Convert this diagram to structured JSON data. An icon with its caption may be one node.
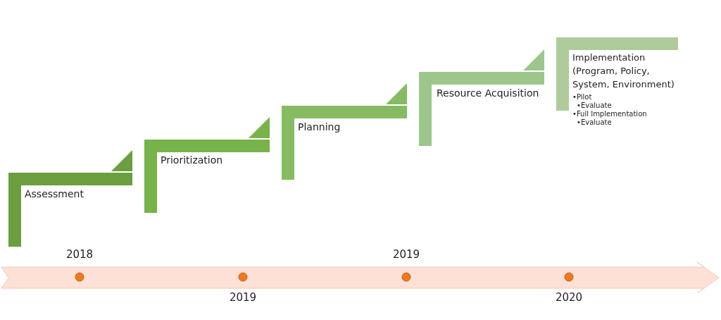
{
  "diagram": {
    "nodes": [
      {
        "text": [
          "Assessment"
        ]
      },
      {
        "text": [
          "Prioritization"
        ]
      },
      {
        "text": [
          "Planning"
        ]
      },
      {
        "text": [
          "Resource Acquisition"
        ]
      },
      {
        "text": [
          "Implementation (Program, Policy, System, Environment)",
          "•Pilot",
          "•Evaluate",
          "•Full Implementation",
          "•Evaluate"
        ]
      }
    ],
    "labels": [
      "2018",
      "2019",
      "2019",
      "2020"
    ]
  }
}
